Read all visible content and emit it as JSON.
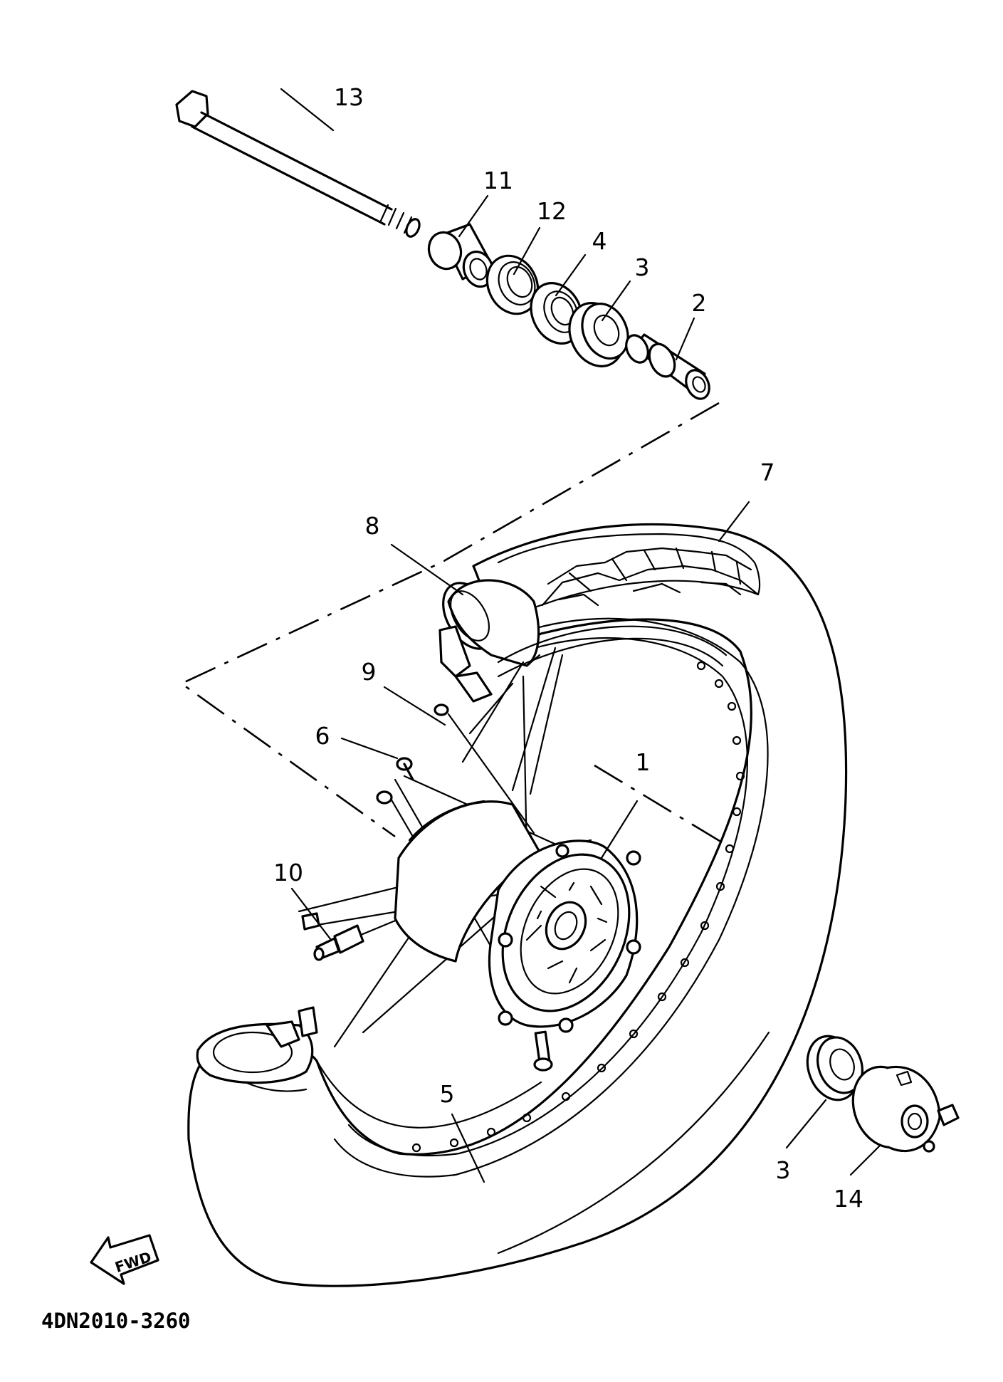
{
  "callouts": {
    "c1": "1",
    "c2": "2",
    "c3a": "3",
    "c3b": "3",
    "c4": "4",
    "c5": "5",
    "c6": "6",
    "c7": "7",
    "c8": "8",
    "c9": "9",
    "c10": "10",
    "c11": "11",
    "c12": "12",
    "c13": "13",
    "c14": "14"
  },
  "direction_badge": "FWD",
  "figure_code": "4DN2010-3260"
}
